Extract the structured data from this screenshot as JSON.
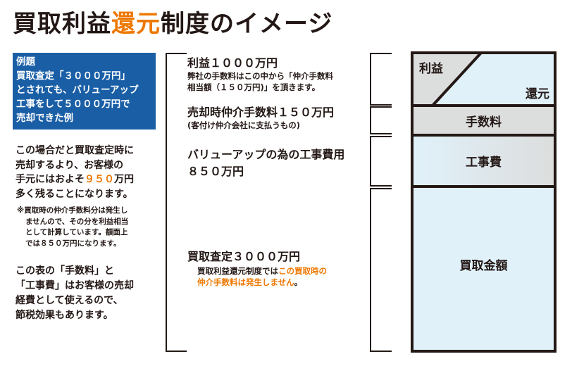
{
  "title": {
    "before": "買取利益",
    "highlight": "還元",
    "after": "制度のイメージ"
  },
  "example": {
    "heading": "例題",
    "lines": [
      "買取査定「３０００万円」",
      "とされても、バリューアップ",
      "工事をして５０００万円で",
      "売却できた例"
    ]
  },
  "explanation": {
    "line1": "この場合だと買取査定時に",
    "line2": "売却するより、お客様の",
    "line3_before": "手元にはおよそ",
    "line3_highlight": "９５０",
    "line3_after": "万円",
    "line4": "多く残ることになります。"
  },
  "note": [
    "※買取時の仲介手数料分は発生し",
    "ませんので、その分を利益相当",
    "として計算しています。額面上",
    "では８５０万円になります。"
  ],
  "explanation2": [
    "この表の「手数料」と",
    "「工事費」はお客様の売却",
    "経費として使えるので、",
    "節税効果もあります。"
  ],
  "breakdown": {
    "profit": {
      "title": "利益１０００万円",
      "desc1": "弊社の手数料はこの中から「仲介手数料",
      "desc2": "相当額（１５０万円)」を頂きます。"
    },
    "fee": {
      "title": "売却時仲介手数料１５０万円",
      "desc": "(客付け仲介会社に支払うもの)"
    },
    "construction": {
      "title1": "バリューアップの為の工事費用",
      "title2": "８５０万円"
    },
    "purchase": {
      "title": "買取査定３０００万円",
      "desc_before": "買取利益還元制度では",
      "desc_highlight1": "この買取時の",
      "desc_highlight2": "仲介手数料は発生しません",
      "desc_after": "。"
    }
  },
  "bar": {
    "profit_label": "利益",
    "return_label": "還元",
    "fee_label": "手数料",
    "construction_label": "工事費",
    "purchase_label": "買取金額"
  },
  "colors": {
    "orange": "#ee7800",
    "blue": "#1a5fa6",
    "light_blue": "#e0f1fa",
    "gray": "#dcdddd"
  }
}
